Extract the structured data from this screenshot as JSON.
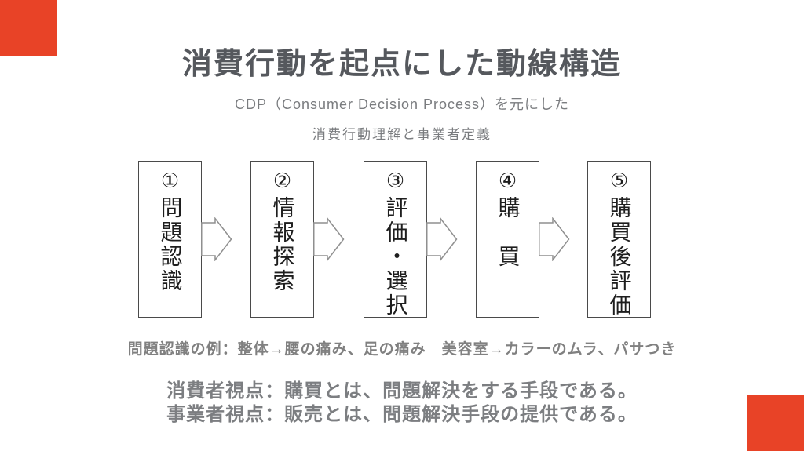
{
  "slide": {
    "title": "消費行動を起点にした動線構造",
    "subtitle_line1": "CDP（Consumer Decision Process）を元にした",
    "subtitle_line2": "消費行動理解と事業者定義",
    "process": {
      "steps": [
        {
          "number": "①",
          "label": "問題認識"
        },
        {
          "number": "②",
          "label": "情報探索"
        },
        {
          "number": "③",
          "label": "評価・選択"
        },
        {
          "number": "④",
          "label": "購　買"
        },
        {
          "number": "⑤",
          "label": "購買後評価"
        }
      ],
      "arrow_icon": "right-block-arrow"
    },
    "example_note": "問題認識の例：整体→腰の痛み、足の痛み　美容室→カラーのムラ、パサつき",
    "viewpoint_line1": "消費者視点：購買とは、問題解決をする手段である。",
    "viewpoint_line2": "事業者視点：販売とは、問題解決手段の提供である。",
    "colors": {
      "accent_red": "#E84327",
      "title_gray": "#55585D",
      "subtitle_gray": "#7A7C7F",
      "body_gray": "#808080",
      "box_border": "#4a4a4a",
      "box_text": "#1E1E1E"
    }
  }
}
